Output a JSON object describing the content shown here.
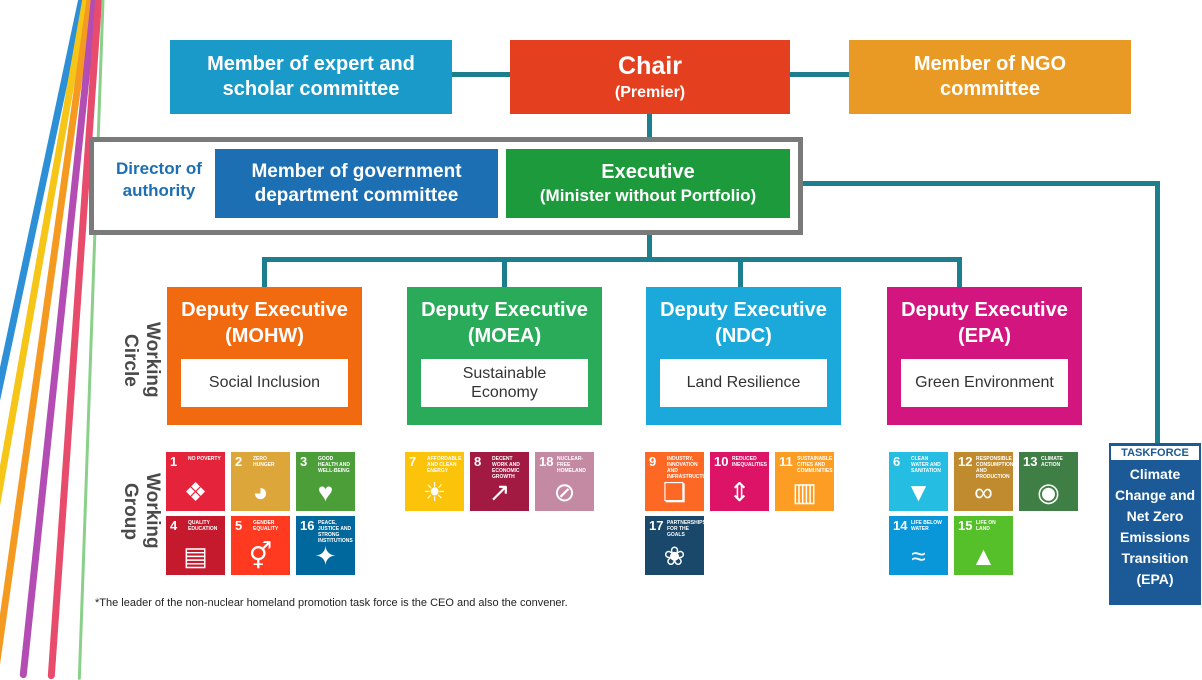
{
  "top": {
    "expert": "Member of expert and scholar committee",
    "chair": "Chair",
    "chair_sub": "(Premier)",
    "ngo": "Member of NGO committee"
  },
  "authority": {
    "director": "Director of authority",
    "gov": "Member of government department committee",
    "exec": "Executive",
    "exec_sub": "(Minister without Portfolio)"
  },
  "labels": {
    "working_circle": "Working Circle",
    "working_group": "Working Group"
  },
  "deputies": [
    {
      "title": "Deputy Executive (MOHW)",
      "circle": "Social Inclusion",
      "color": "#f26a10"
    },
    {
      "title": "Deputy Executive (MOEA)",
      "circle": "Sustainable Economy",
      "color": "#2aab5a"
    },
    {
      "title": "Deputy Executive (NDC)",
      "circle": "Land Resilience",
      "color": "#1ba9dc"
    },
    {
      "title": "Deputy Executive (EPA)",
      "circle": "Green Environment",
      "color": "#d3167f"
    }
  ],
  "sdgs": [
    {
      "num": "1",
      "title": "No poverty",
      "color": "#e5243b",
      "icon": "family-icon"
    },
    {
      "num": "2",
      "title": "Zero hunger",
      "color": "#dda63a",
      "icon": "bowl-icon"
    },
    {
      "num": "3",
      "title": "Good health and well-being",
      "color": "#4c9f38",
      "icon": "heartbeat-icon"
    },
    {
      "num": "4",
      "title": "Quality education",
      "color": "#c5192d",
      "icon": "book-icon"
    },
    {
      "num": "5",
      "title": "Gender equality",
      "color": "#ff3a21",
      "icon": "gender-icon"
    },
    {
      "num": "16",
      "title": "Peace, justice and strong institutions",
      "color": "#00689d",
      "icon": "dove-icon"
    },
    {
      "num": "7",
      "title": "Affordable and clean energy",
      "color": "#fcc30b",
      "icon": "sun-icon"
    },
    {
      "num": "8",
      "title": "Decent work and economic growth",
      "color": "#a21942",
      "icon": "growth-icon"
    },
    {
      "num": "18",
      "title": "Nuclear-Free Homeland",
      "color": "#c48aa3",
      "icon": "no-nuclear-icon"
    },
    {
      "num": "9",
      "title": "Industry, innovation and infrastructure",
      "color": "#fd6925",
      "icon": "cubes-icon"
    },
    {
      "num": "10",
      "title": "Reduced inequalities",
      "color": "#dd1367",
      "icon": "arrows-icon"
    },
    {
      "num": "11",
      "title": "Sustainable cities and communities",
      "color": "#fd9d24",
      "icon": "city-icon"
    },
    {
      "num": "17",
      "title": "Partnerships for the goals",
      "color": "#19486a",
      "icon": "rings-icon"
    },
    {
      "num": "6",
      "title": "Clean water and sanitation",
      "color": "#26bde2",
      "icon": "water-icon"
    },
    {
      "num": "12",
      "title": "Responsible consumption and production",
      "color": "#bf8b2e",
      "icon": "infinity-icon"
    },
    {
      "num": "13",
      "title": "Climate action",
      "color": "#3f7e44",
      "icon": "eye-icon"
    },
    {
      "num": "14",
      "title": "Life below water",
      "color": "#0a97d9",
      "icon": "fish-icon"
    },
    {
      "num": "15",
      "title": "Life on land",
      "color": "#56c02b",
      "icon": "tree-icon"
    }
  ],
  "taskforce": {
    "tag": "TASKFORCE",
    "text": "Climate Change and Net Zero Emissions Transition (EPA)"
  },
  "footnote": "*The leader of the non-nuclear homeland promotion task force is the CEO and also the convener.",
  "colors": {
    "line": "#1d7f8d",
    "expert": "#1a9ac9",
    "chair": "#e4401f",
    "ngo": "#e99a24",
    "gov": "#1b6fb2",
    "exec": "#1c9a3c",
    "taskforce": "#1b5a96"
  }
}
